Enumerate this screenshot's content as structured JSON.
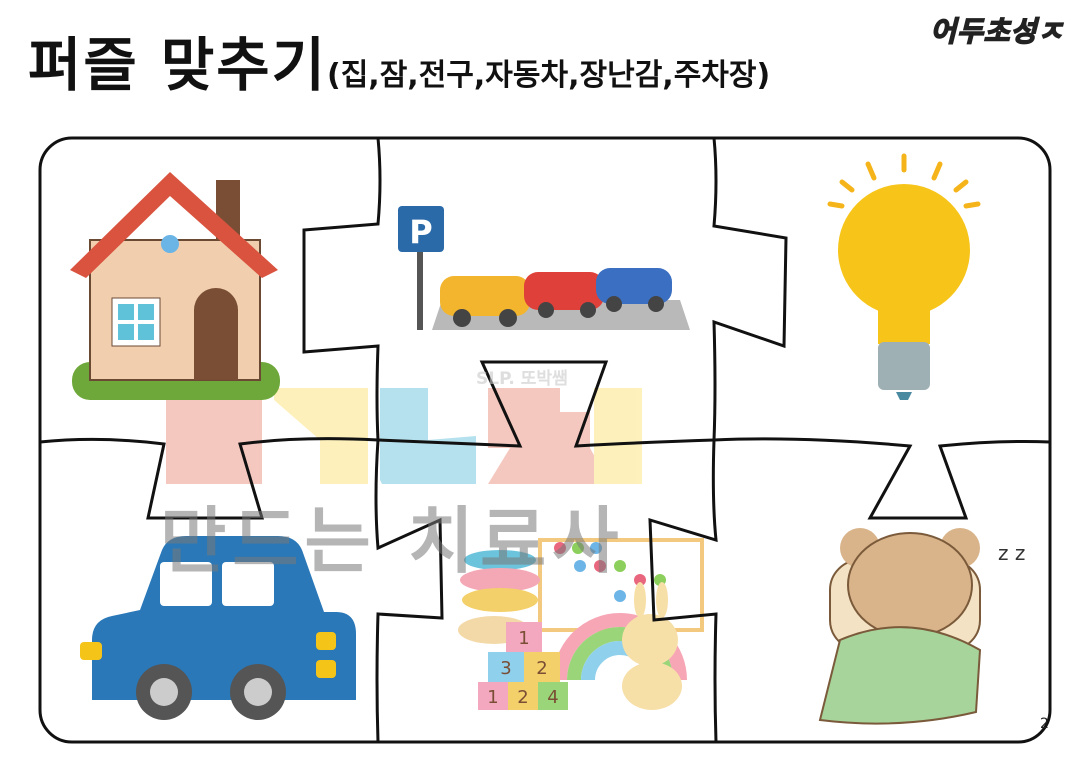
{
  "title": {
    "main": "퍼즐 맞추기",
    "sub": "(집,잠,전구,자동차,장난감,주차장)"
  },
  "brand": "어두초성ㅈ",
  "watermark": {
    "text": "만드는 치료사",
    "slp": "SLP. 또박쌤"
  },
  "pieces": [
    {
      "id": "house",
      "label": "집"
    },
    {
      "id": "parking",
      "label": "주차장",
      "sign": "P"
    },
    {
      "id": "bulb",
      "label": "전구"
    },
    {
      "id": "car",
      "label": "자동차"
    },
    {
      "id": "toys",
      "label": "장난감",
      "blocks": [
        "1",
        "3",
        "2",
        "1",
        "2",
        "4"
      ]
    },
    {
      "id": "sleep",
      "label": "잠",
      "zzz": "z z"
    }
  ],
  "page_number": "2",
  "colors": {
    "roof": "#d9533f",
    "car_blue": "#2a78b8",
    "bulb": "#f7c51a",
    "grass": "#6fa83a"
  }
}
